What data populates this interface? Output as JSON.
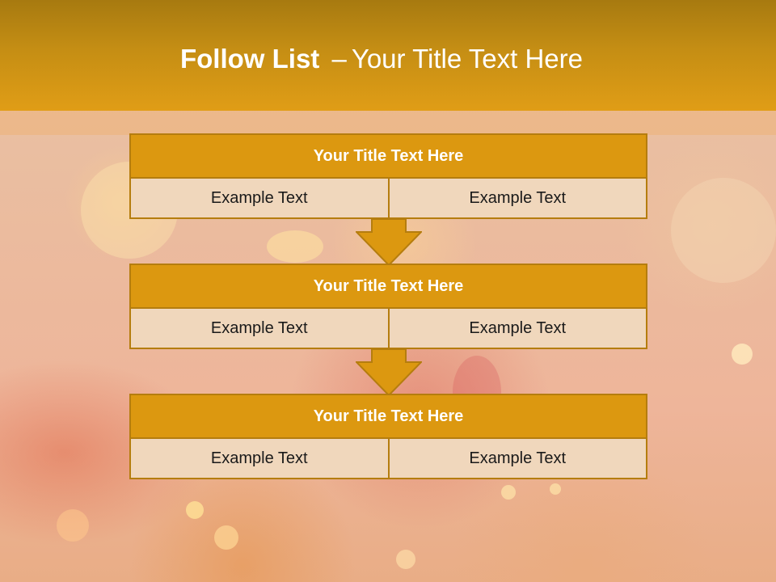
{
  "slide": {
    "title_bold": "Follow List",
    "title_separator": "–",
    "title_rest": "Your Title Text Here"
  },
  "steps": [
    {
      "title": "Your Title Text Here",
      "cells": [
        "Example Text",
        "Example Text"
      ]
    },
    {
      "title": "Your Title Text Here",
      "cells": [
        "Example Text",
        "Example Text"
      ]
    },
    {
      "title": "Your Title Text Here",
      "cells": [
        "Example Text",
        "Example Text"
      ]
    }
  ],
  "colors": {
    "header_band": "#c58e14",
    "card_head": "#dc9810",
    "card_border": "#b57d0e",
    "card_body": "#f0d7bc",
    "title_text": "#ffffff"
  },
  "icons": {
    "connector": "down-arrow-icon"
  }
}
